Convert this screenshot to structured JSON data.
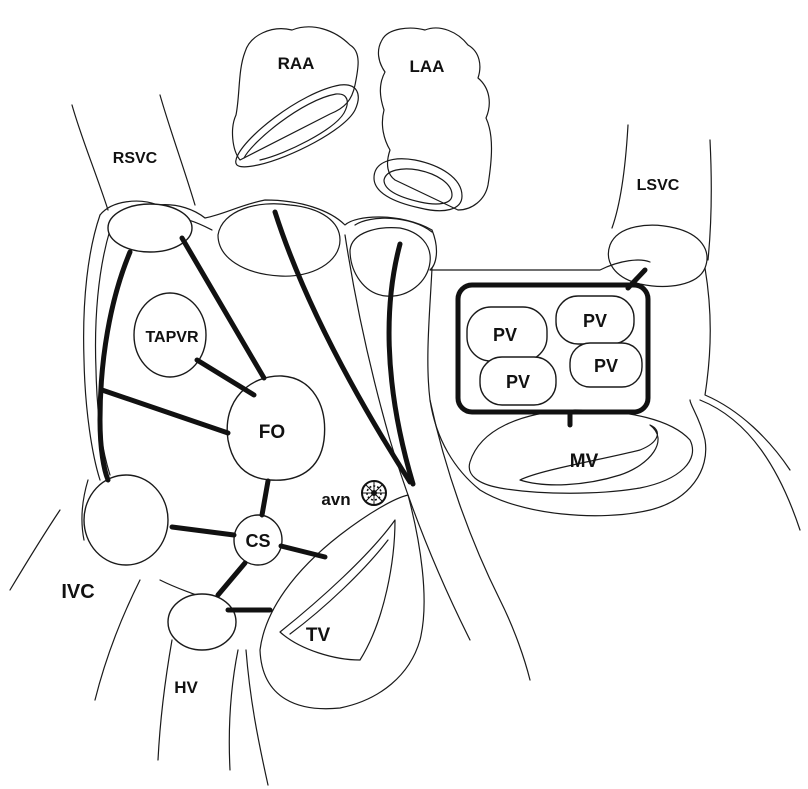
{
  "labels": {
    "raa": "RAA",
    "laa": "LAA",
    "rsvc": "RSVC",
    "lsvc": "LSVC",
    "tapvr": "TAPVR",
    "fo": "FO",
    "pv1": "PV",
    "pv2": "PV",
    "pv3": "PV",
    "pv4": "PV",
    "mv": "MV",
    "avn": "avn",
    "cs": "CS",
    "ivc": "IVC",
    "tv": "TV",
    "hv": "HV"
  },
  "colors": {
    "ink": "#111111",
    "paper": "#ffffff"
  }
}
